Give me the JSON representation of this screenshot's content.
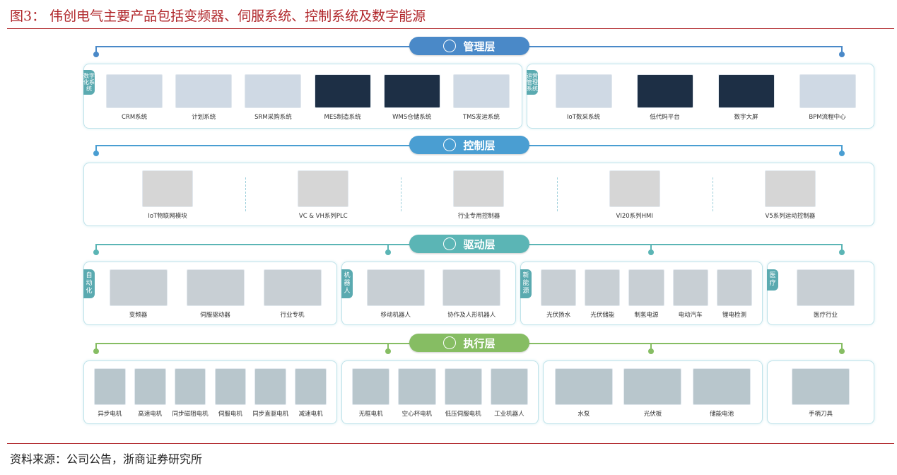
{
  "title": "图3：  伟创电气主要产品包括变频器、伺服系统、控制系统及数字能源",
  "source": "资料来源：公司公告，浙商证券研究所",
  "colors": {
    "management": "#4a89c8",
    "control": "#4a9ed2",
    "drive": "#5bb5b5",
    "execution": "#86bd63",
    "accent": "#b0262a"
  },
  "layers": [
    {
      "name": "管理层",
      "icon": "user-icon",
      "groups": [
        {
          "tag": "数字化系统",
          "items": [
            "CRM系统",
            "计划系统",
            "SRM采购系统",
            "MES制造系统",
            "WMS仓储系统",
            "TMS发运系统"
          ]
        },
        {
          "tag": "运营管理系统",
          "items": [
            "IoT数采系统",
            "低代码平台",
            "数字大屏",
            "BPM流程中心"
          ]
        }
      ]
    },
    {
      "name": "控制层",
      "icon": "control-icon",
      "groups": [
        {
          "tag": "",
          "items": [
            "IoT物联网模块",
            "VC & VH系列PLC",
            "行业专用控制器",
            "VI20系列HMI",
            "V5系列运动控制器"
          ]
        }
      ]
    },
    {
      "name": "驱动层",
      "icon": "drive-icon",
      "groups": [
        {
          "tag": "自动化",
          "items": [
            "变频器",
            "伺服驱动器",
            "行业专机"
          ]
        },
        {
          "tag": "机器人",
          "items": [
            "移动机器人",
            "协作及人形机器人"
          ]
        },
        {
          "tag": "新能源",
          "items": [
            "光伏扬水",
            "光伏储能",
            "制氢电源",
            "电动汽车",
            "锂电检测"
          ]
        },
        {
          "tag": "医疗",
          "items": [
            "医疗行业"
          ]
        }
      ]
    },
    {
      "name": "执行层",
      "icon": "gear-icon",
      "groups": [
        {
          "tag": "",
          "items": [
            "异步电机",
            "高速电机",
            "同步磁阻电机",
            "伺服电机",
            "同步直驱电机",
            "减速电机"
          ]
        },
        {
          "tag": "",
          "items": [
            "无框电机",
            "空心杯电机",
            "低压伺服电机",
            "工业机器人"
          ]
        },
        {
          "tag": "",
          "items": [
            "水泵",
            "光伏板",
            "储能电池"
          ]
        },
        {
          "tag": "",
          "items": [
            "手柄刀具"
          ]
        }
      ]
    }
  ]
}
